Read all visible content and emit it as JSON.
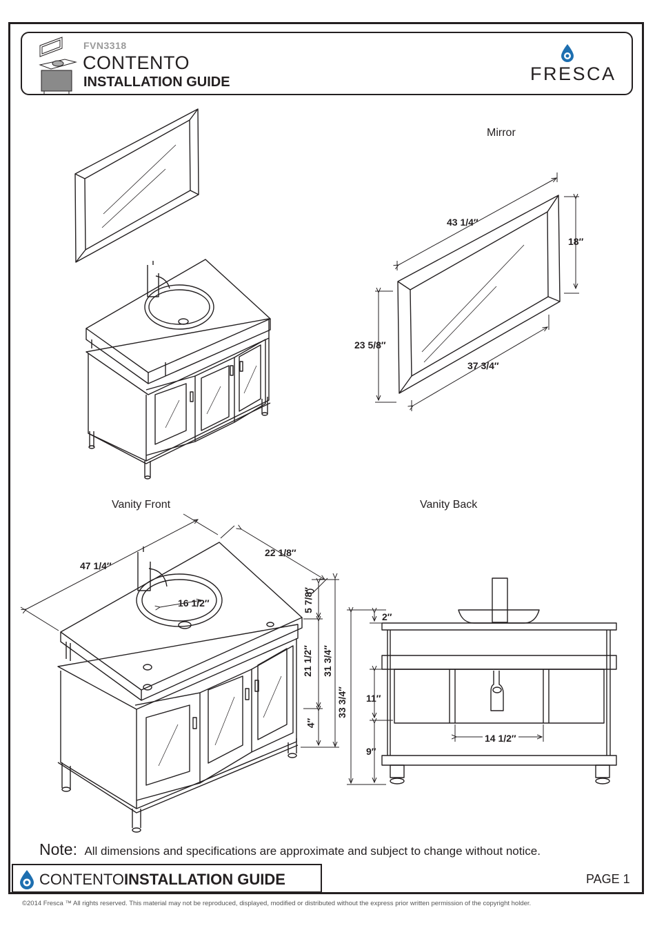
{
  "header": {
    "model": "FVN3318",
    "title": "CONTENTO",
    "subtitle": "INSTALLATION GUIDE",
    "brand": "FRESCA"
  },
  "labels": {
    "mirror": "Mirror",
    "vanity_front": "Vanity Front",
    "vanity_back": "Vanity Back"
  },
  "dimensions": {
    "mirror_outer_width": "43 1/4″",
    "mirror_outer_height": "18″",
    "mirror_height_left": "23 5/8″",
    "mirror_inner_width": "37 3/4″",
    "vanity_width": "47 1/4″",
    "vanity_depth": "22 1/8″",
    "bowl_diameter": "16 1/2″",
    "top_height": "5 7/8″",
    "cabinet_height": "21 1/2″",
    "total_height_front": "31 3/4″",
    "leg_height": "4″",
    "back_top": "2″",
    "back_total_height": "33 3/4″",
    "back_middle": "11″",
    "back_bottom": "9″",
    "back_width": "14 1/2″"
  },
  "note": {
    "label": "Note:",
    "text": "All dimensions and specifications are approximate and subject to change without notice."
  },
  "footer": {
    "title_light": "CONTENTO",
    "title_bold": "INSTALLATION GUIDE",
    "page": "PAGE 1",
    "copyright": "©2014 Fresca ™ All rights reserved. This material may not be reproduced, displayed, modified or distributed without the express prior written permission of the copyright holder."
  },
  "colors": {
    "ink": "#231f20",
    "brand_blue": "#1e6fb0",
    "muted": "#9a9a9a"
  }
}
